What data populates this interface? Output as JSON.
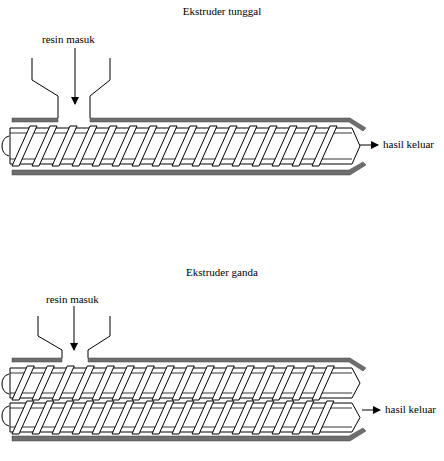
{
  "diagram": {
    "labels": [
      "Ekstruder tunggal",
      "resin masuk",
      "hasil keluar",
      "Ekstruder ganda",
      "resin masuk",
      "hasil keluar"
    ]
  }
}
